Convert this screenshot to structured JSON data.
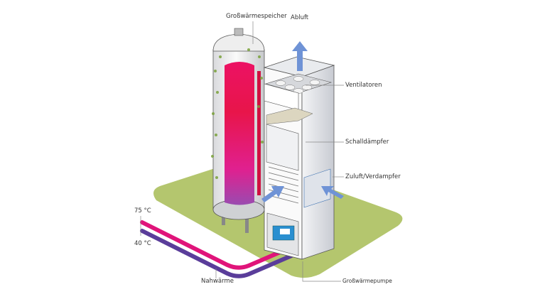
{
  "labels": {
    "storage": "Großwärmespeicher",
    "exhaust": "Abluft",
    "fans": "Ventilatoren",
    "silencer": "Schalldämpfer",
    "evaporator": "Zuluft/Verdampfer",
    "supply_temp": "75 °C",
    "return_temp": "40 °C",
    "district_heat": "Nahwärme",
    "heat_pump": "Großwärmepumpe"
  },
  "colors": {
    "ground": "#b4c66e",
    "hot_pipe": "#e0147a",
    "cold_pipe": "#5a3d9a",
    "storage_fill": "#e8155a",
    "air_arrow": "#6f93d6",
    "heat_pump_unit": "#2a8fd0"
  }
}
